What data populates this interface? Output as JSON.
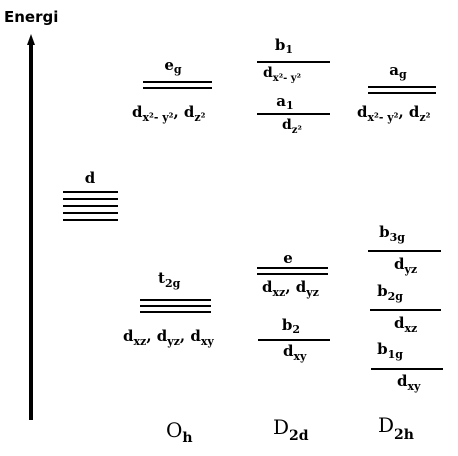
{
  "axis": {
    "label": "Energi"
  },
  "free_ion": {
    "label": "d"
  },
  "oh": {
    "group": {
      "main": "O",
      "sub": "h"
    },
    "upper": {
      "sym_main": "e",
      "sym_sub": "g",
      "orb": [
        "d",
        "x²- y²",
        ", d",
        "z²"
      ]
    },
    "lower": {
      "sym_main": "t",
      "sym_sub": "2g",
      "orb": [
        "d",
        "xz",
        ", d",
        "yz",
        ", d",
        "xy"
      ]
    }
  },
  "d2d": {
    "group": {
      "main": "D",
      "sub": "2d"
    },
    "b1": {
      "sym_main": "b",
      "sym_sub": "1",
      "orb": [
        "d",
        "x²- y²"
      ]
    },
    "a1": {
      "sym_main": "a",
      "sym_sub": "1",
      "orb": [
        "d",
        "z²"
      ]
    },
    "e": {
      "sym_main": "e",
      "orb": [
        "d",
        "xz",
        ", d",
        "yz"
      ]
    },
    "b2": {
      "sym_main": "b",
      "sym_sub": "2",
      "orb": [
        "d",
        "xy"
      ]
    }
  },
  "d2h": {
    "group": {
      "main": "D",
      "sub": "2h"
    },
    "ag": {
      "sym_main": "a",
      "sym_sub": "g",
      "orb": [
        "d",
        "x²- y²",
        ", d",
        "z²"
      ]
    },
    "b3g": {
      "sym_main": "b",
      "sym_sub": "3g",
      "orb": [
        "d",
        "yz"
      ]
    },
    "b2g": {
      "sym_main": "b",
      "sym_sub": "2g",
      "orb": [
        "d",
        "xz"
      ]
    },
    "b1g": {
      "sym_main": "b",
      "sym_sub": "1g",
      "orb": [
        "d",
        "xy"
      ]
    }
  },
  "colors": {
    "ink": "#000000",
    "background": "#ffffff"
  }
}
